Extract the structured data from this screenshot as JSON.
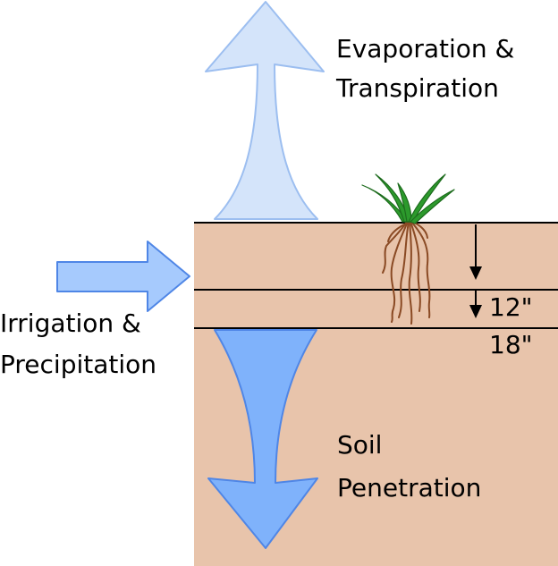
{
  "labels": {
    "evaporation_line1": "Evaporation &",
    "evaporation_line2": "Transpiration",
    "irrigation_line1": "Irrigation &",
    "irrigation_line2": "Precipitation",
    "soil_line1": "Soil",
    "soil_line2": "Penetration",
    "depth_12": "12\"",
    "depth_18": "18\""
  },
  "colors": {
    "soil": "#e8c4ab",
    "evaporation_arrow_fill": "#d4e4fa",
    "evaporation_arrow_stroke": "#9cbef0",
    "irrigation_arrow_fill": "#a6cafd",
    "irrigation_arrow_stroke": "#4f86e6",
    "penetration_arrow_fill": "#7fb2fb",
    "penetration_arrow_stroke": "#4f86e6",
    "grass": "#2c9a2c",
    "grass_dark": "#1d6b1d",
    "roots": "#8a4a24"
  },
  "icons": {
    "grass": "grass-icon",
    "roots": "roots-icon"
  }
}
